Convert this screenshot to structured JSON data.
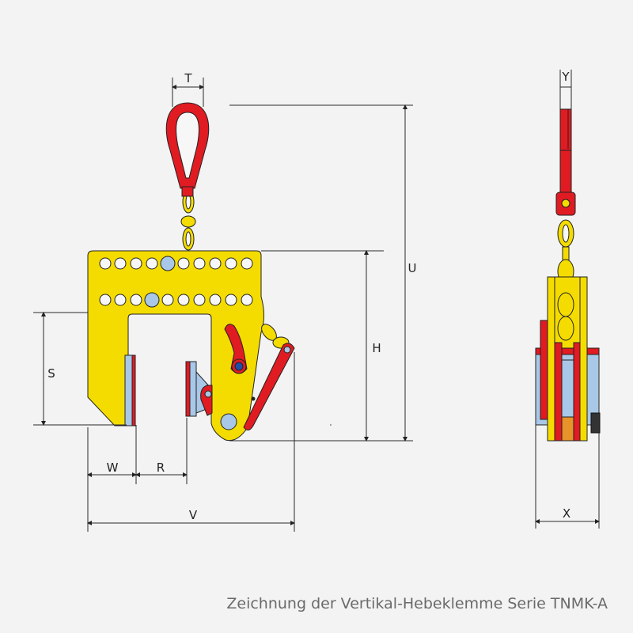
{
  "labels": {
    "T": "T",
    "U": "U",
    "H": "H",
    "S": "S",
    "W": "W",
    "R": "R",
    "V": "V",
    "X": "X",
    "Y": "Y"
  },
  "caption": "Zeichnung der Vertikal-Hebeklemme Serie TNMK-A",
  "colors": {
    "yellow": "#f5dc00",
    "red": "#e01b22",
    "blue": "#a9c8e8",
    "orange": "#e8922a"
  }
}
